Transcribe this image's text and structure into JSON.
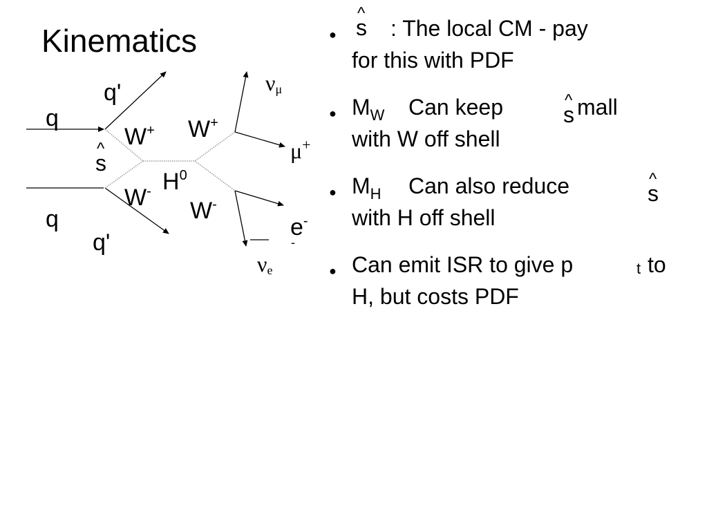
{
  "title": "Kinematics",
  "diagram": {
    "labels": {
      "q_top": "q",
      "q_bottom": "q",
      "qprime_top": "q'",
      "qprime_bottom": "q'",
      "s": "s",
      "hat": "^",
      "w_left_top": "W",
      "w_left_top_sup": "+",
      "w_left_bottom": "W",
      "w_left_bottom_sup": "-",
      "h": "H",
      "h_sup": "0",
      "w_right_top": "W",
      "w_right_top_sup": "+",
      "w_right_bottom": "W",
      "w_right_bottom_sup": "-",
      "nu": "ν",
      "nu_mu_sub": "μ",
      "mu": "μ",
      "mu_sup": "+",
      "e": "e",
      "e_sup": "-",
      "e_under": "-",
      "nu_e_sub": "e"
    }
  },
  "bullets": [
    {
      "line1_pre": "",
      "line1_s": "s",
      "line1_post": ": The local CM - pay",
      "line2": "for this with PDF"
    },
    {
      "m": "M",
      "m_sub": "W",
      "line1_mid": "Can keep",
      "line1_s": "s",
      "line1_post": "mall",
      "line2": "with W off shell"
    },
    {
      "m": "M",
      "m_sub": "H",
      "line1_mid": "Can also reduce",
      "line1_s": "s",
      "line2": "with H off shell"
    },
    {
      "line1_pre": "Can emit ISR to give p",
      "line1_sub": "t",
      "line1_post": "to",
      "line2": "H, but costs PDF"
    }
  ],
  "bullet_marker": "●"
}
